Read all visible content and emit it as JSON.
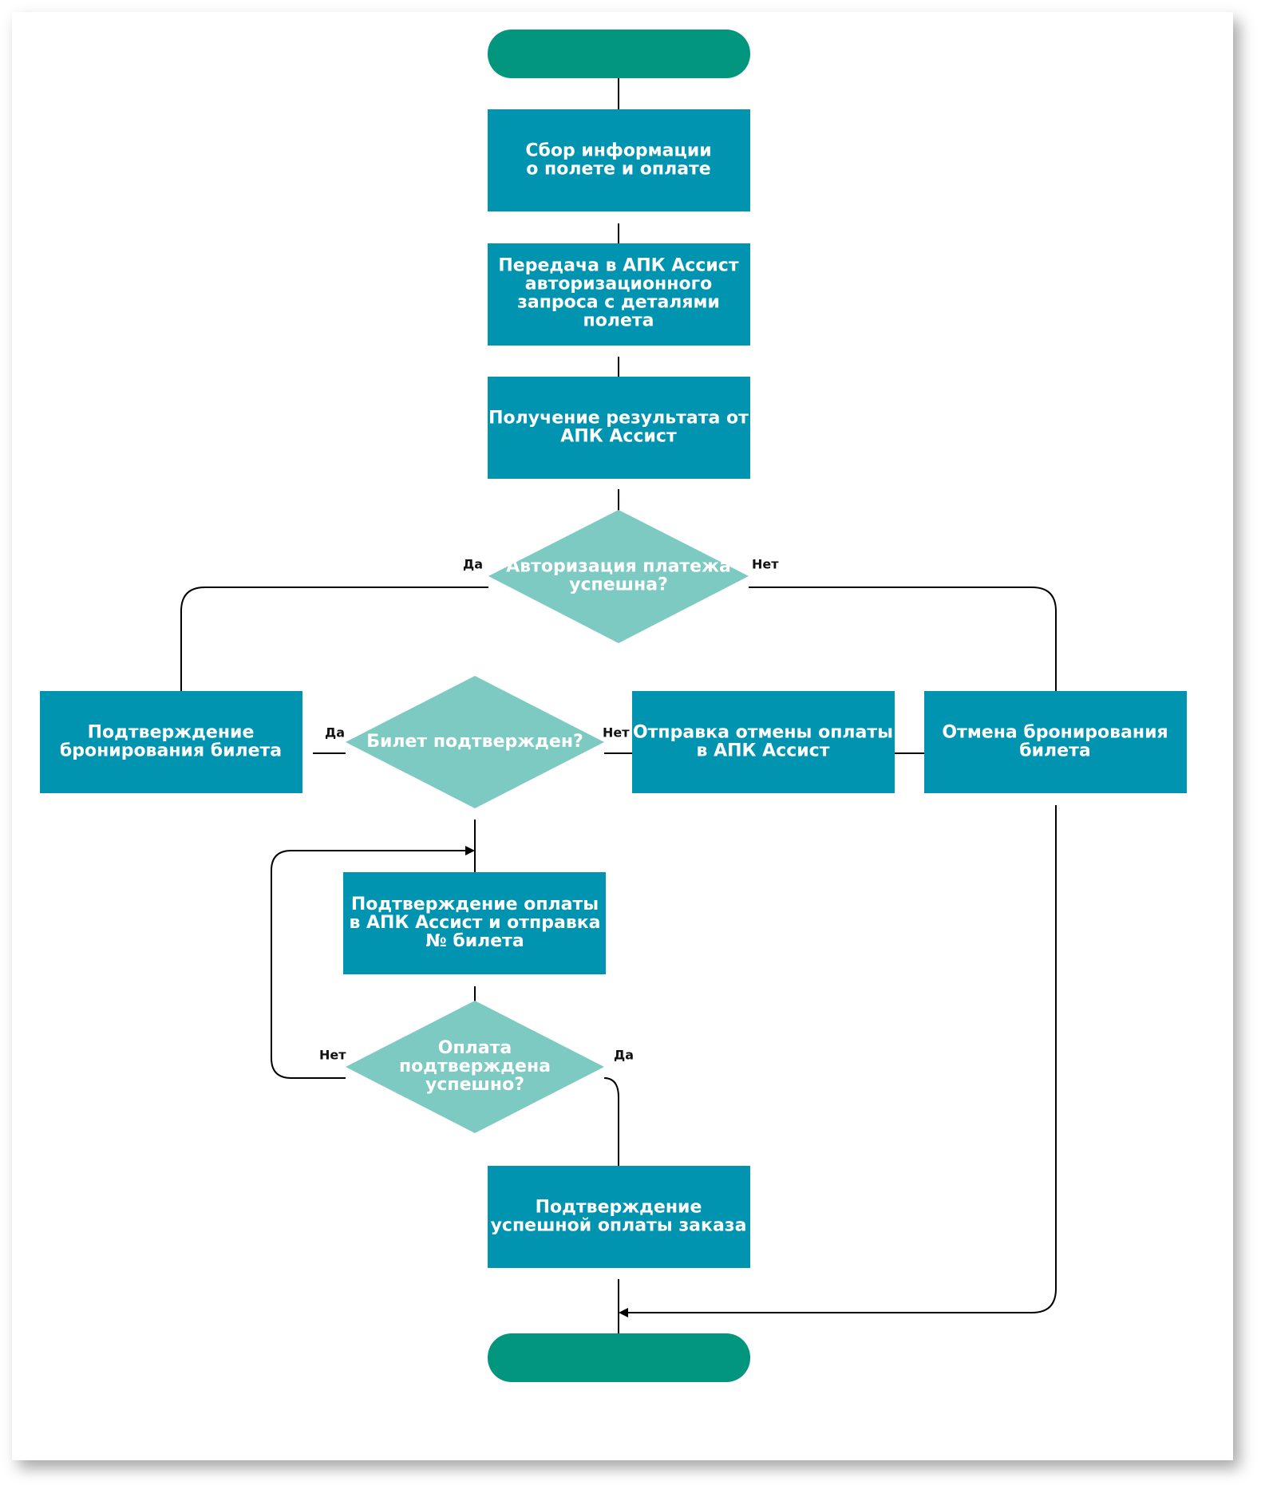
{
  "colors": {
    "terminal": "#03967F",
    "process": "#0194B1",
    "decision": "#7CCAC1",
    "line": "#000000"
  },
  "nodes": {
    "start": {
      "label": ""
    },
    "collect": {
      "lines": [
        "Сбор информации",
        "о полете и оплате"
      ]
    },
    "transfer": {
      "lines": [
        "Передача в АПК Ассист",
        "авторизационного",
        "запроса с деталями",
        "полета"
      ]
    },
    "receive": {
      "lines": [
        "Получение результата от",
        "АПК Ассист"
      ]
    },
    "auth_decision": {
      "lines": [
        "Авторизация платежа",
        "успешна?"
      ]
    },
    "confirm_booking": {
      "lines": [
        "Подтверждение",
        "бронирования билета"
      ]
    },
    "ticket_decision": {
      "lines": [
        "Билет подтвержден?"
      ]
    },
    "send_cancel": {
      "lines": [
        "Отправка отмены оплаты",
        "в АПК Ассист"
      ]
    },
    "cancel_booking": {
      "lines": [
        "Отмена бронирования",
        "билета"
      ]
    },
    "confirm_payment": {
      "lines": [
        "Подтверждение оплаты",
        "в АПК Ассист и отправка",
        "№ билета"
      ]
    },
    "payment_decision": {
      "lines": [
        "Оплата",
        "подтверждена",
        "успешно?"
      ]
    },
    "success": {
      "lines": [
        "Подтверждение",
        "успешной оплаты заказа"
      ]
    },
    "end": {
      "label": ""
    }
  },
  "edge_labels": {
    "auth_yes": "Да",
    "auth_no": "Нет",
    "ticket_yes": "Да",
    "ticket_no": "Нет",
    "payment_no": "Нет",
    "payment_yes": "Да"
  }
}
